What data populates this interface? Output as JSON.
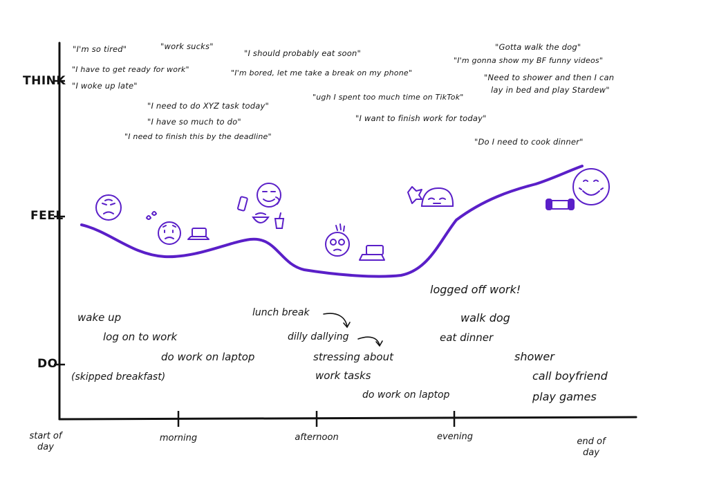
{
  "accent_color": "#5a1fc8",
  "rows": {
    "think": "THINK",
    "feel": "FEEL",
    "do": "DO"
  },
  "time_axis": [
    "start of day",
    "morning",
    "afternoon",
    "evening",
    "end of day"
  ],
  "thoughts": [
    "\"I'm so tired\"",
    "\"work sucks\"",
    "\"I should probably eat soon\"",
    "\"Gotta walk the dog\"",
    "\"I'm gonna show my BF funny videos\"",
    "\"I have to get ready for work\"",
    "\"I'm bored, let me take a break on my phone\"",
    "\"Need to shower and then I can",
    "lay in bed and play Stardew\"",
    "\"I woke up late\"",
    "\"ugh I spent too much time on TikTok\"",
    "\"I need to do XYZ task today\"",
    "\"I have so much to do\"",
    "\"I want to finish work for today\"",
    "\"I need to finish this by the deadline\"",
    "\"Do I need to cook dinner\""
  ],
  "activities": [
    "wake up",
    "log on to work",
    "do work on laptop",
    "(skipped breakfast)",
    "lunch break",
    "dilly dallying",
    "stressing about",
    "work tasks",
    "do work on laptop",
    "logged off work!",
    "walk dog",
    "eat dinner",
    "shower",
    "call boyfriend",
    "play games"
  ],
  "feelings": [
    "exhausted",
    "stressed",
    "content",
    "overwhelmed",
    "relaxed",
    "happy"
  ],
  "icons": [
    "sad-face-icon",
    "sweat-drops-icon",
    "worried-face-icon",
    "laptop-icon",
    "phone-icon",
    "eating-face-icon",
    "bowl-icon",
    "drink-cup-icon",
    "dizzy-face-icon",
    "stress-lines-icon",
    "dog-icon",
    "relaxed-face-icon",
    "happy-face-icon",
    "game-console-icon"
  ]
}
